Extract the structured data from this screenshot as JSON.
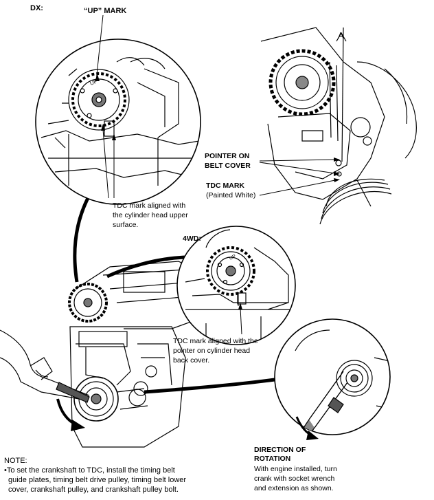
{
  "labels": {
    "dx": "DX:",
    "up_mark": "“UP” MARK",
    "arrow_letter": "A",
    "pointer_on_belt_cover_1": "POINTER ON",
    "pointer_on_belt_cover_2": "BELT COVER",
    "tdc_mark": "TDC MARK",
    "painted_white": "(Painted White)",
    "tdc_head_1": "TDC mark aligned with",
    "tdc_head_2": "the cylinder head upper",
    "tdc_head_3": "surface.",
    "fourwd": "4WD:",
    "tdc_back_1": "TDC mark aligned with the",
    "tdc_back_2": "pointer on cylinder head",
    "tdc_back_3": "back cover.",
    "direction_1": "DIRECTION OF",
    "direction_2": "ROTATION",
    "direction_body_1": "With engine installed, turn",
    "direction_body_2": "crank with socket wrench",
    "direction_body_3": "and extension as shown."
  },
  "note": {
    "title": "NOTE:",
    "line1": "•To set the crankshaft to TDC, install the timing belt",
    "line2": "guide plates, timing belt drive pulley, timing belt lower",
    "line3": "cover, crankshaft pulley, and crankshaft pulley bolt."
  },
  "gear_text": {
    "up1": "UP",
    "up2": "UP"
  }
}
